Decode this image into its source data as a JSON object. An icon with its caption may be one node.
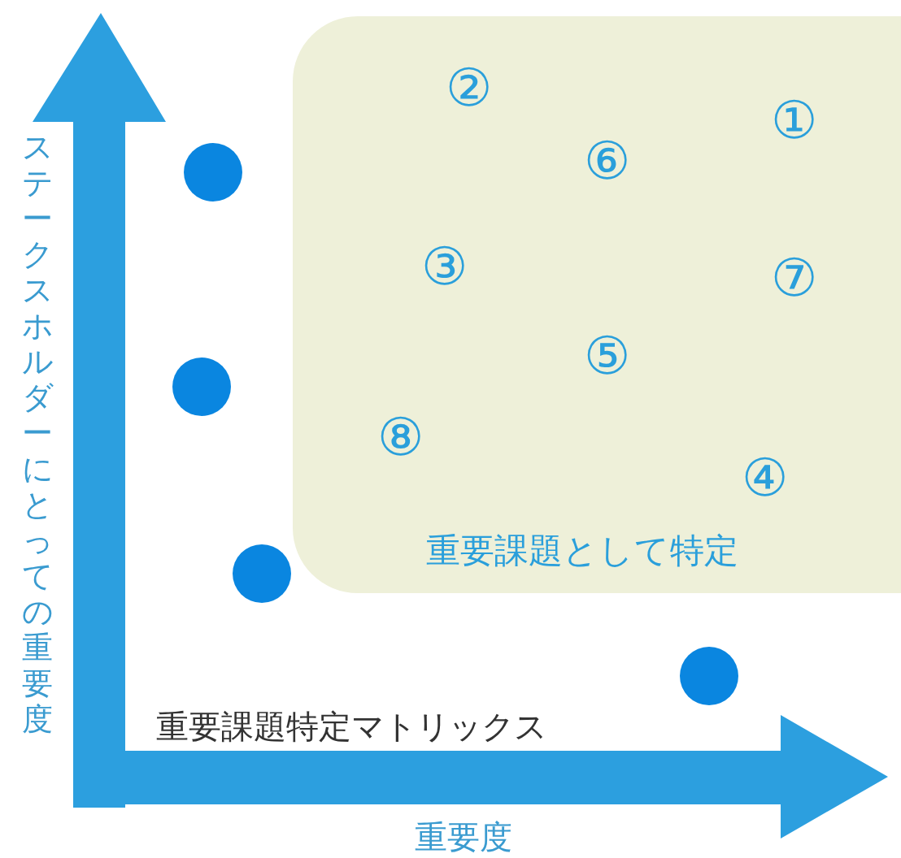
{
  "diagram": {
    "nodes": [
      {
        "text": [
          "重要課題として特定"
        ]
      },
      {
        "text": [
          "②"
        ],
        "in": 0
      },
      {
        "text": [
          "①"
        ],
        "in": 0
      },
      {
        "text": [
          "⑥"
        ],
        "in": 0
      },
      {
        "text": [
          "③"
        ],
        "in": 0
      },
      {
        "text": [
          "⑦"
        ],
        "in": 0
      },
      {
        "text": [
          "⑤"
        ],
        "in": 0
      },
      {
        "text": [
          "⑧"
        ],
        "in": 0
      },
      {
        "text": [
          "④"
        ],
        "in": 0
      },
      {
        "text": [],
        "shape": "circle"
      },
      {
        "text": [],
        "shape": "circle"
      },
      {
        "text": [],
        "shape": "circle"
      },
      {
        "text": [],
        "shape": "circle"
      }
    ],
    "labels": [
      "ステークスホルダーにとっての重要度",
      "重要課題特定マトリックス",
      "重要度"
    ]
  }
}
